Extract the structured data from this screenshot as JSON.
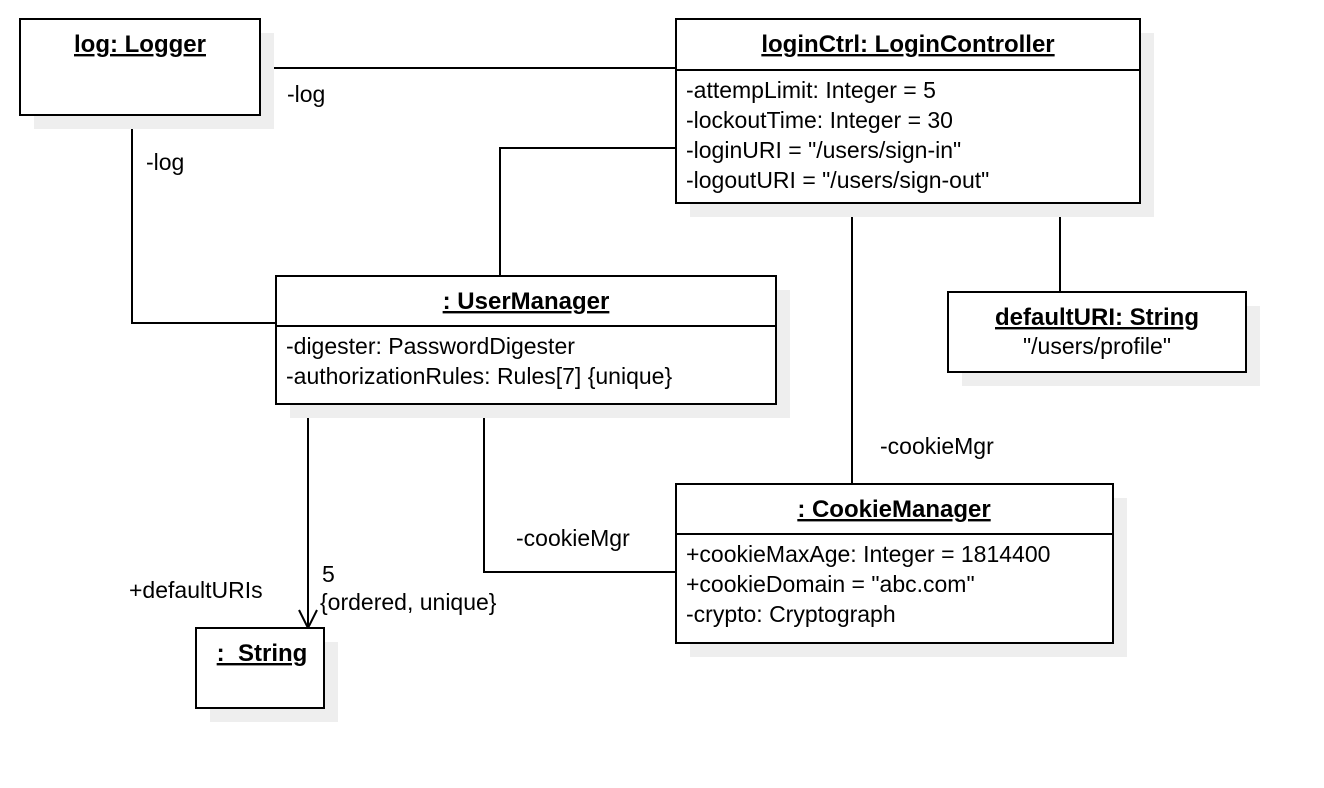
{
  "objects": {
    "logger": {
      "title": "log: Logger"
    },
    "login_controller": {
      "title": "loginCtrl: LoginController",
      "attributes": [
        "-attempLimit: Integer = 5",
        "-lockoutTime: Integer = 30",
        "-loginURI = \"/users/sign-in\"",
        "-logoutURI = \"/users/sign-out\""
      ]
    },
    "user_manager": {
      "title": ": UserManager",
      "attributes": [
        "-digester: PasswordDigester",
        "-authorizationRules: Rules[7] {unique}"
      ]
    },
    "default_uri": {
      "title": "defaultURI: String",
      "value": "\"/users/profile\""
    },
    "cookie_manager": {
      "title": ": CookieManager",
      "attributes": [
        "+cookieMaxAge: Integer = 1814400",
        "+cookieDomain = \"abc.com\"",
        "-crypto: Cryptograph"
      ]
    },
    "string": {
      "title": ":  String"
    }
  },
  "links": {
    "logger_to_controller": {
      "end_label": "-log"
    },
    "logger_to_user_manager": {
      "end_label": "-log"
    },
    "controller_to_cookie_manager": {
      "end_label": "-cookieMgr"
    },
    "user_manager_to_cookie_manager": {
      "end_label": "-cookieMgr"
    },
    "user_manager_to_string": {
      "role": "+defaultURIs",
      "multiplicity": "5",
      "constraint": "{ordered, unique}"
    }
  },
  "colors": {
    "line": "#000000",
    "fill": "#ffffff",
    "shadow": "#eeeeee"
  }
}
